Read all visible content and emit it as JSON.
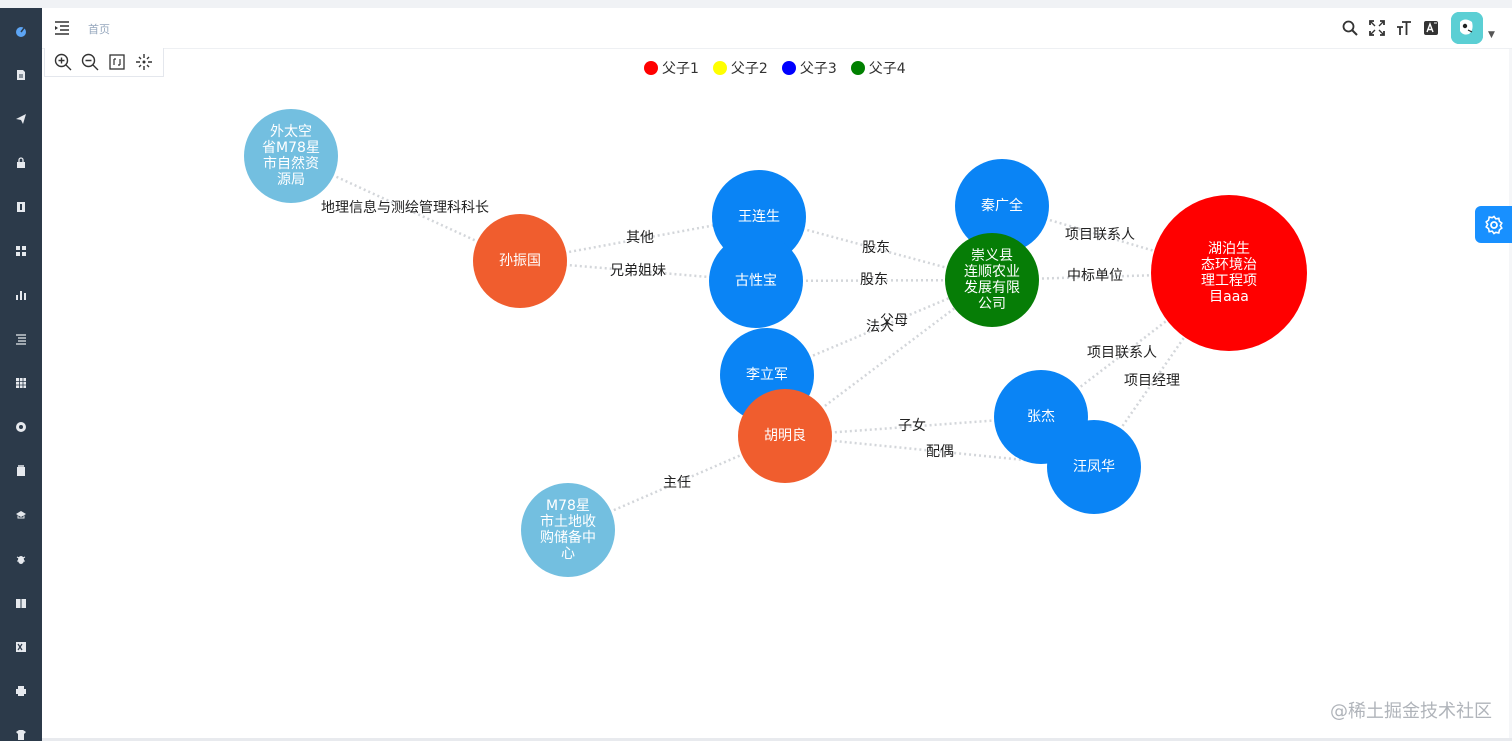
{
  "breadcrumb": {
    "home": "首页"
  },
  "legend": [
    {
      "label": "父子1",
      "color": "#ff0000"
    },
    {
      "label": "父子2",
      "color": "#ffff00"
    },
    {
      "label": "父子3",
      "color": "#0000ff"
    },
    {
      "label": "父子4",
      "color": "#008000"
    }
  ],
  "nodes": [
    {
      "id": "n1",
      "lines": [
        "外太空",
        "省M78星",
        "市自然资",
        "源局"
      ],
      "color": "#73bfe0"
    },
    {
      "id": "n2",
      "lines": [
        "孙振国"
      ],
      "color": "#f05d2e"
    },
    {
      "id": "n3",
      "lines": [
        "王连生"
      ],
      "color": "#0a84f5"
    },
    {
      "id": "n4",
      "lines": [
        "古性宝"
      ],
      "color": "#0a84f5"
    },
    {
      "id": "n5",
      "lines": [
        "秦广全"
      ],
      "color": "#0a84f5"
    },
    {
      "id": "n6",
      "lines": [
        "崇义县",
        "连顺农业",
        "发展有限",
        "公司"
      ],
      "color": "#067d06"
    },
    {
      "id": "n7",
      "lines": [
        "湖泊生",
        "态环境治",
        "理工程项",
        "目aaa"
      ],
      "color": "#ff0000"
    },
    {
      "id": "n8",
      "lines": [
        "李立军"
      ],
      "color": "#0a84f5"
    },
    {
      "id": "n9",
      "lines": [
        "胡明良"
      ],
      "color": "#f05d2e"
    },
    {
      "id": "n10",
      "lines": [
        "张杰"
      ],
      "color": "#0a84f5"
    },
    {
      "id": "n11",
      "lines": [
        "汪凤华"
      ],
      "color": "#0a84f5"
    },
    {
      "id": "n12",
      "lines": [
        "M78星",
        "市土地收",
        "购储备中",
        "心"
      ],
      "color": "#73bfe0"
    }
  ],
  "edges": [
    {
      "from": "n1",
      "to": "n2",
      "label": "地理信息与测绘管理科科长"
    },
    {
      "from": "n2",
      "to": "n3",
      "label": "其他"
    },
    {
      "from": "n2",
      "to": "n4",
      "label": "兄弟姐妹"
    },
    {
      "from": "n3",
      "to": "n6",
      "label": "股东"
    },
    {
      "from": "n4",
      "to": "n6",
      "label": "股东"
    },
    {
      "from": "n8",
      "to": "n6",
      "label": "法人"
    },
    {
      "from": "n9",
      "to": "n6",
      "label": "父母"
    },
    {
      "from": "n5",
      "to": "n7",
      "label": "项目联系人"
    },
    {
      "from": "n6",
      "to": "n7",
      "label": "中标单位"
    },
    {
      "from": "n10",
      "to": "n7",
      "label": "项目联系人"
    },
    {
      "from": "n11",
      "to": "n7",
      "label": "项目经理"
    },
    {
      "from": "n9",
      "to": "n10",
      "label": "子女"
    },
    {
      "from": "n9",
      "to": "n11",
      "label": "配偶"
    },
    {
      "from": "n12",
      "to": "n9",
      "label": "主任"
    }
  ],
  "watermark": "@稀土掘金技术社区"
}
